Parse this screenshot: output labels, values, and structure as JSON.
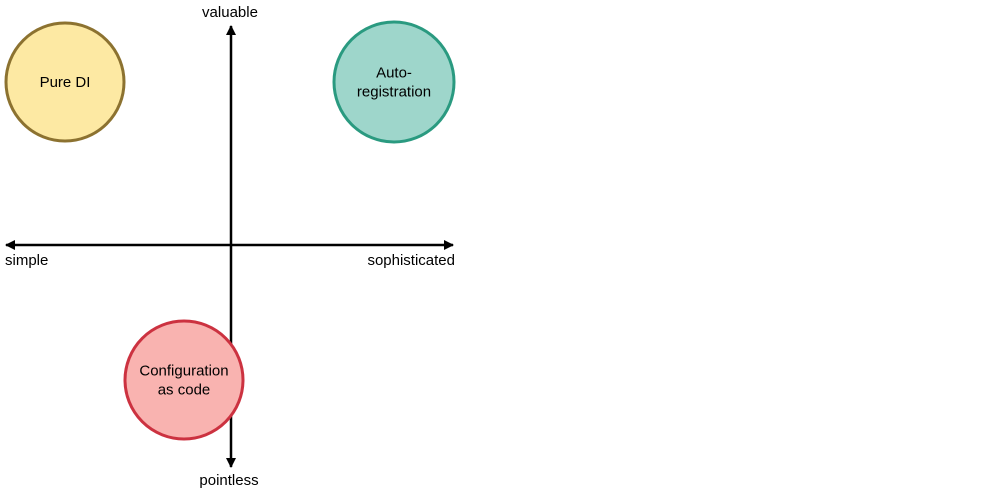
{
  "axes": {
    "top_label": "valuable",
    "bottom_label": "pointless",
    "left_label": "simple",
    "right_label": "sophisticated"
  },
  "nodes": [
    {
      "id": "pure-di",
      "lines": [
        "Pure DI"
      ],
      "fill": "#fde9a3",
      "stroke": "#8c7230"
    },
    {
      "id": "auto-registration",
      "lines": [
        "Auto-",
        "registration"
      ],
      "fill": "#9ed6cb",
      "stroke": "#2a9a80"
    },
    {
      "id": "configuration-as-code",
      "lines": [
        "Configuration",
        "as code"
      ],
      "fill": "#f9b3b0",
      "stroke": "#cc3240"
    }
  ]
}
